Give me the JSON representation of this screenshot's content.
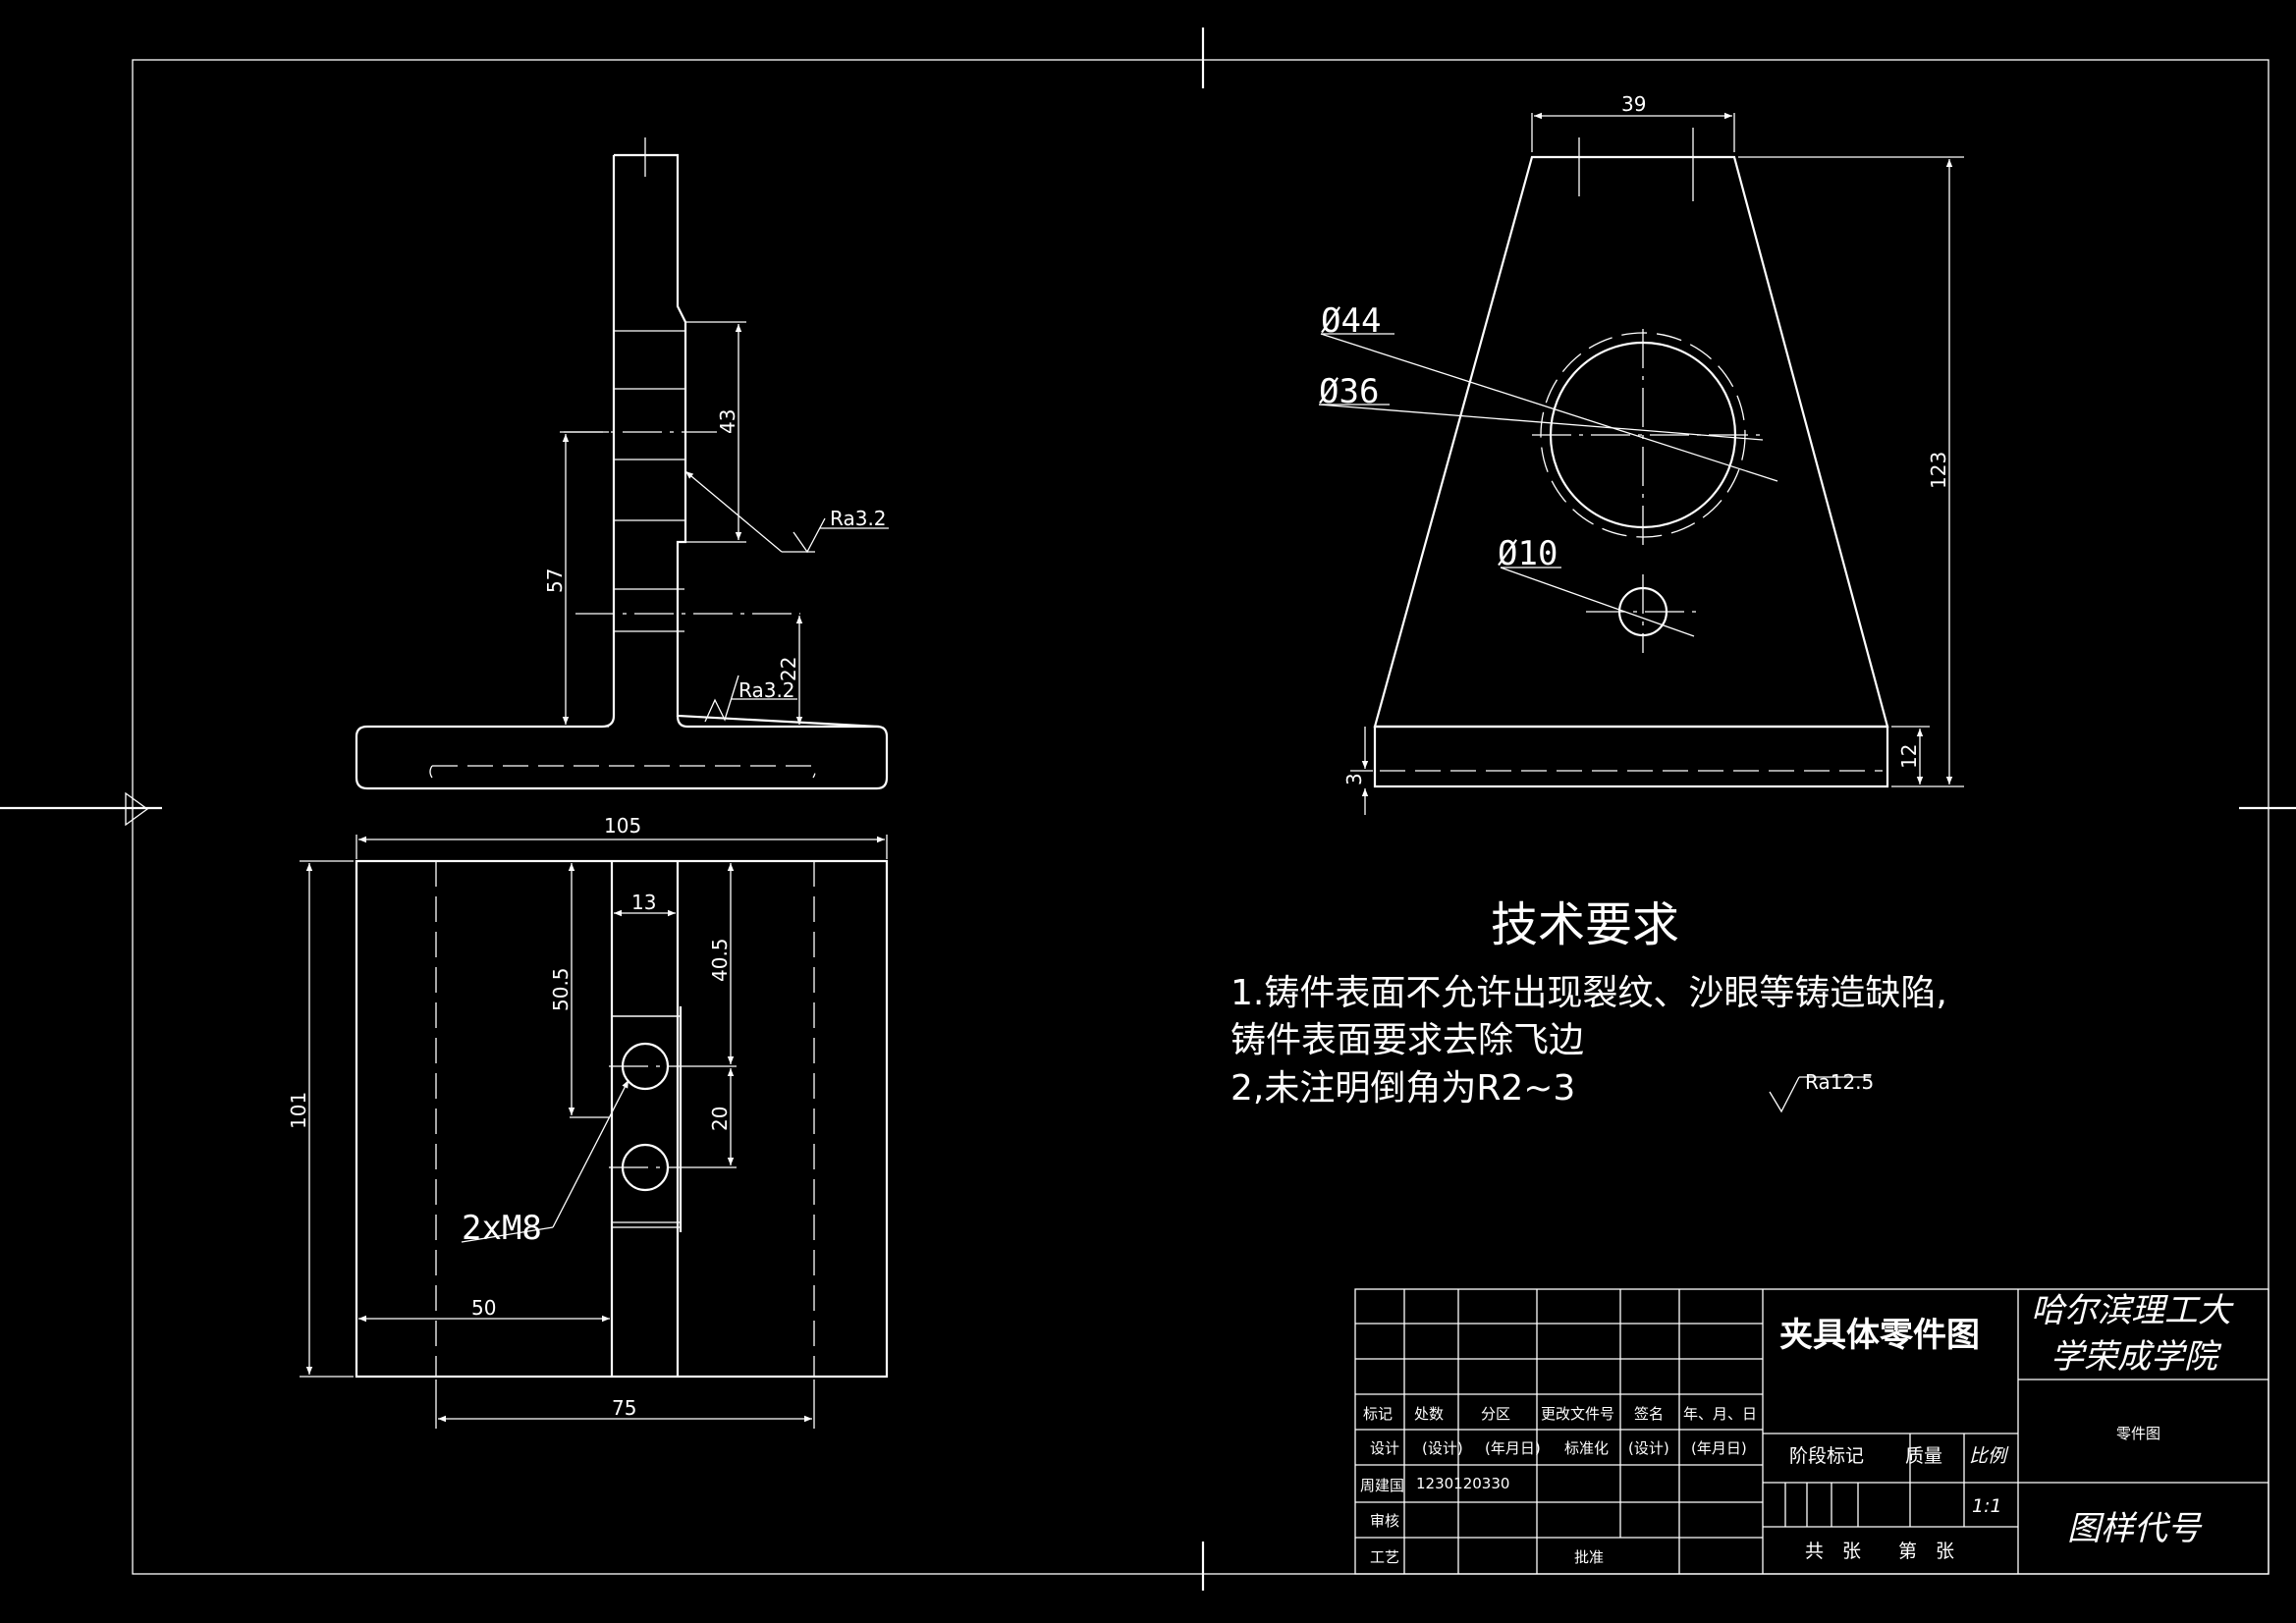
{
  "dimensions": {
    "d39": "39",
    "d123": "123",
    "d12": "12",
    "d3": "3",
    "d43": "43",
    "d57": "57",
    "d22": "22",
    "d105": "105",
    "d13": "13",
    "d50_5": "50.5",
    "d40_5": "40.5",
    "d20": "20",
    "d101": "101",
    "d50": "50",
    "d75": "75"
  },
  "labels": {
    "dia44": "Ø44",
    "dia36": "Ø36",
    "dia10": "Ø10",
    "threads": "2xM8"
  },
  "roughness": {
    "top": "Ra3.2",
    "bottom": "Ra3.2",
    "general": "Ra12.5"
  },
  "tech_requirements": {
    "title": "技术要求",
    "line1": "1.铸件表面不允许出现裂纹、沙眼等铸造缺陷,",
    "line2": "铸件表面要求去除飞边",
    "line3": "2,未注明倒角为R2~3"
  },
  "title_block": {
    "drawing_title": "夹具体零件图",
    "school_line1": "哈尔滨理工大",
    "school_line2": "学荣成学院",
    "drawing_type": "零件图",
    "drawing_code": "图样代号",
    "hdr_mark": "标记",
    "hdr_count": "处数",
    "hdr_zone": "分区",
    "hdr_docno": "更改文件号",
    "hdr_sign": "签名",
    "hdr_date": "年、月、日",
    "design": "设计",
    "design_sig": "(设计)",
    "design_date": "(年月日)",
    "standardize": "标准化",
    "std_sig": "(设计)",
    "std_date": "(年月日)",
    "designer": "周建国",
    "student_id": "1230120330",
    "review": "审核",
    "process": "工艺",
    "approve": "批准",
    "stage_mark": "阶段标记",
    "mass": "质量",
    "scale_label": "比例",
    "scale_value": "1:1",
    "sheets": "共　张　　第　张"
  },
  "colors": {
    "background": "#000000",
    "lines": "#ffffff"
  }
}
